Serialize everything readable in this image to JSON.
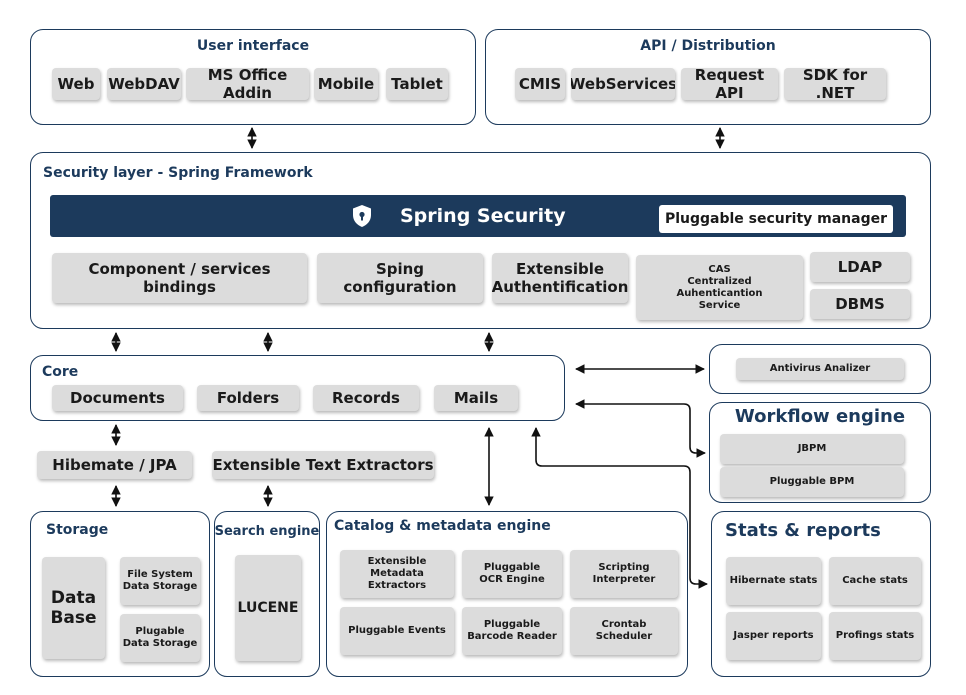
{
  "ui": {
    "title": "User interface",
    "items": [
      "Web",
      "WebDAV",
      "MS Office Addin",
      "Mobile",
      "Tablet"
    ]
  },
  "api": {
    "title": "API / Distribution",
    "items": [
      "CMIS",
      "WebServices",
      "Request API",
      "SDK for .NET"
    ]
  },
  "security": {
    "title": "Security layer - Spring Framework",
    "spring_security": "Spring Security",
    "manager": "Pluggable security manager",
    "bindings": "Component / services bindings",
    "config": "Sping configuration",
    "auth": "Extensible\nAuthentification",
    "cas": "CAS\nCentralized\nAuhenticantion\nService",
    "ldap": "LDAP",
    "dbms": "DBMS",
    "icon": "shield-lock-icon"
  },
  "core": {
    "title": "Core",
    "items": [
      "Documents",
      "Folders",
      "Records",
      "Mails"
    ]
  },
  "middle": {
    "hibernate": "Hibemate / JPA",
    "extractors": "Extensible Text Extractors"
  },
  "antivirus": {
    "label": "Antivirus Analizer"
  },
  "workflow": {
    "title": "Workflow engine",
    "items": [
      "JBPM",
      "Pluggable BPM"
    ]
  },
  "storage": {
    "title": "Storage",
    "database": "Data\nBase",
    "fs": "File System\nData Storage",
    "plugable": "Plugable\nData Storage"
  },
  "search": {
    "title": "Search engine",
    "lucene": "LUCENE"
  },
  "catalog": {
    "title": "Catalog & metadata engine",
    "items": [
      "Extensible\nMetadata Extractors",
      "Pluggable\nOCR Engine",
      "Scripting\nInterpreter",
      "Pluggable Events",
      "Pluggable\nBarcode Reader",
      "Crontab\nScheduler"
    ]
  },
  "stats": {
    "title": "Stats & reports",
    "items": [
      "Hibernate stats",
      "Cache stats",
      "Jasper reports",
      "Profings stats"
    ]
  },
  "colors": {
    "navy": "#1c3a5c",
    "box": "#dcdcdc",
    "arrow": "#111111"
  }
}
